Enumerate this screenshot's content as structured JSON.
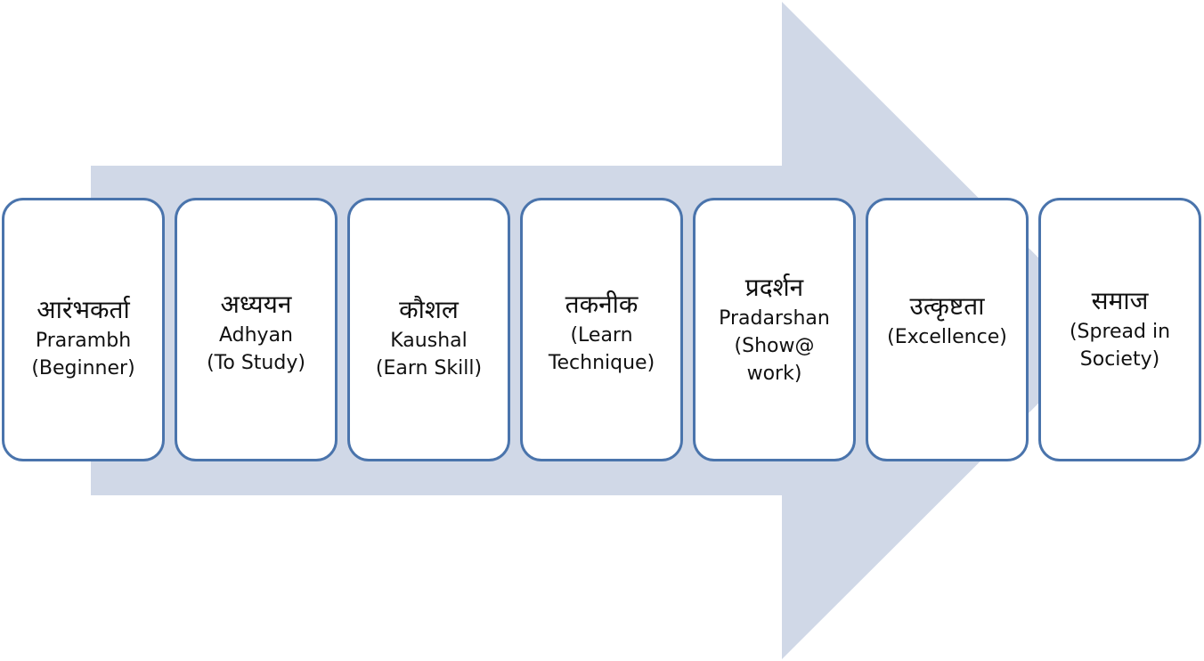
{
  "colors": {
    "arrow_fill": "#d0d8e7",
    "box_border": "#4a74ac",
    "box_fill": "#ffffff",
    "text": "#111111"
  },
  "steps": [
    {
      "hindi": "आरंभकर्ता",
      "english": "Prarambh\n(Beginner)"
    },
    {
      "hindi": "अध्ययन",
      "english": "Adhyan\n(To Study)"
    },
    {
      "hindi": "कौशल",
      "english": "Kaushal\n(Earn Skill)"
    },
    {
      "hindi": "तकनीक",
      "english": "(Learn\nTechnique)"
    },
    {
      "hindi": "प्रदर्शन",
      "english": "Pradarshan\n(Show@\nwork)"
    },
    {
      "hindi": "उत्कृष्टता",
      "english": "(Excellence)"
    },
    {
      "hindi": "समाज",
      "english": "(Spread in\nSociety)"
    }
  ]
}
